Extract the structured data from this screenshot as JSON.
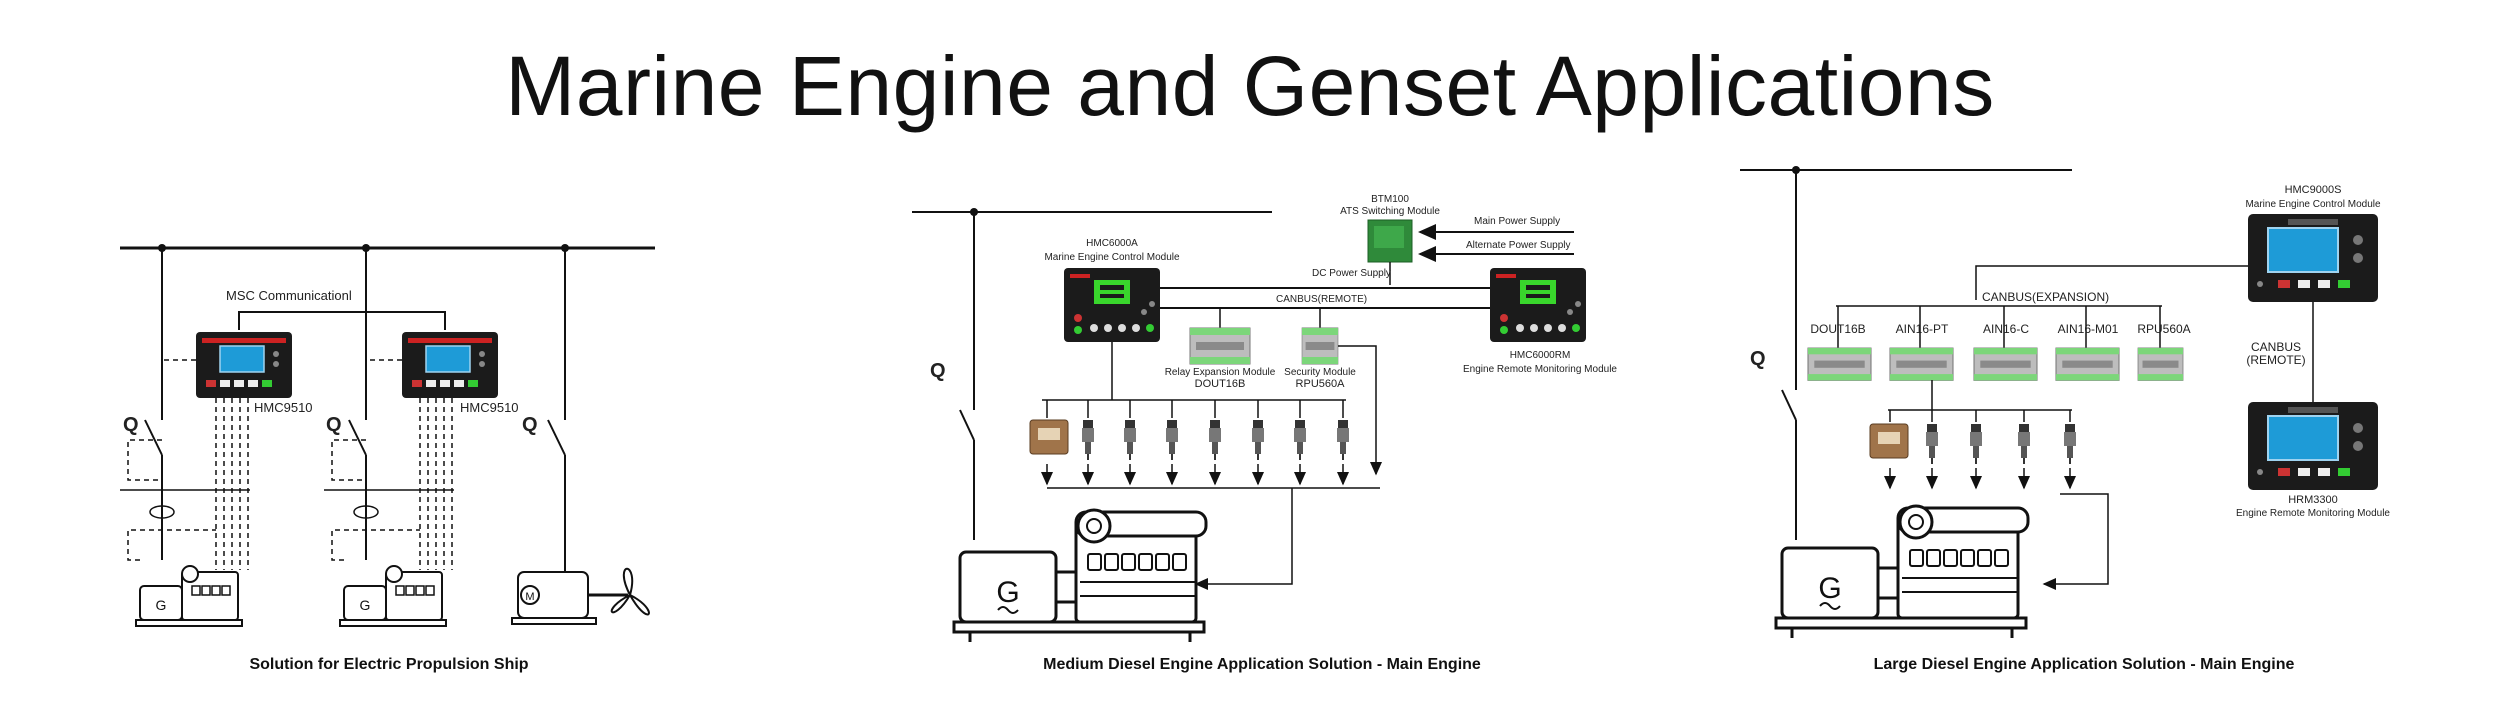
{
  "title": "Marine Engine and Genset Applications",
  "panels": {
    "left": {
      "caption": "Solution for Electric Propulsion Ship",
      "msc_label": "MSC Communicationl",
      "controller1": "HMC9510",
      "controller2": "HMC9510",
      "breaker_labels": [
        "Q",
        "Q",
        "Q"
      ]
    },
    "middle": {
      "caption": "Medium Diesel Engine Application Solution - Main Engine",
      "breaker_label": "Q",
      "btm_name": "BTM100",
      "btm_desc": "ATS Switching Module",
      "main_power": "Main Power Supply",
      "alt_power": "Alternate Power Supply",
      "dc_power": "DC Power Supply",
      "controller_name": "HMC6000A",
      "controller_desc": "Marine Engine Control Module",
      "canbus": "CANBUS(REMOTE)",
      "remote_name": "HMC6000RM",
      "remote_desc": "Engine Remote Monitoring Module",
      "relay_desc": "Relay Expansion Module",
      "relay_name": "DOUT16B",
      "security_desc": "Security Module",
      "security_name": "RPU560A"
    },
    "right": {
      "caption": "Large Diesel Engine Application Solution - Main Engine",
      "breaker_label": "Q",
      "controller_name": "HMC9000S",
      "controller_desc": "Marine Engine Control Module",
      "canbus_expansion": "CANBUS(EXPANSION)",
      "canbus_remote_1": "CANBUS",
      "canbus_remote_2": "(REMOTE)",
      "modules": [
        "DOUT16B",
        "AIN16-PT",
        "AIN16-C",
        "AIN16-M01",
        "RPU560A"
      ],
      "remote_name": "HRM3300",
      "remote_desc": "Engine Remote Monitoring Module"
    }
  },
  "colors": {
    "screen": "#1e9bd7",
    "screen_green": "#39d62c",
    "module_green": "#7cd67a",
    "controller_body": "#1b1b1b",
    "line": "#111111"
  }
}
